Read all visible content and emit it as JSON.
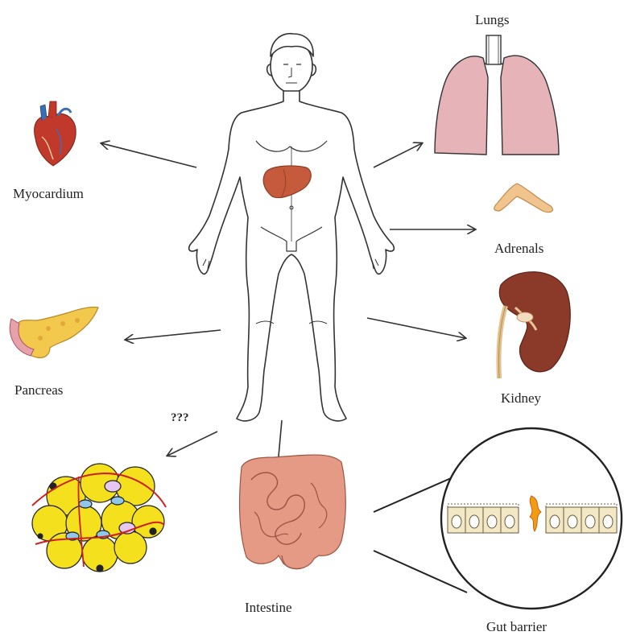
{
  "labels": {
    "lungs": "Lungs",
    "myocardium": "Myocardium",
    "adrenals": "Adrenals",
    "pancreas": "Pancreas",
    "kidney": "Kidney",
    "unknown": "???",
    "intestine": "Intestine",
    "gut_barrier": "Gut barrier"
  },
  "colors": {
    "outline": "#333333",
    "liver": "#c65a3c",
    "lung": "#e6b3b8",
    "heart_red": "#c0392b",
    "heart_blue": "#3a6fb5",
    "pancreas": "#f2c94c",
    "kidney": "#8b3a2a",
    "fat_cell": "#f4e01c",
    "vessel": "#cc1f1f",
    "intestine": "#e59a86",
    "adrenal": "#f1c48e",
    "epithelium": "#f3e8c6",
    "breach": "#f39c12"
  },
  "icons": {
    "body": "human-body-outline",
    "liver": "liver-icon",
    "heart": "heart-icon",
    "lungs": "lungs-icon",
    "adrenal": "adrenal-gland-icon",
    "pancreas": "pancreas-icon",
    "kidney": "kidney-icon",
    "adipose": "adipose-tissue-icon",
    "intestine": "intestine-icon",
    "epithelium": "epithelial-barrier-icon"
  }
}
